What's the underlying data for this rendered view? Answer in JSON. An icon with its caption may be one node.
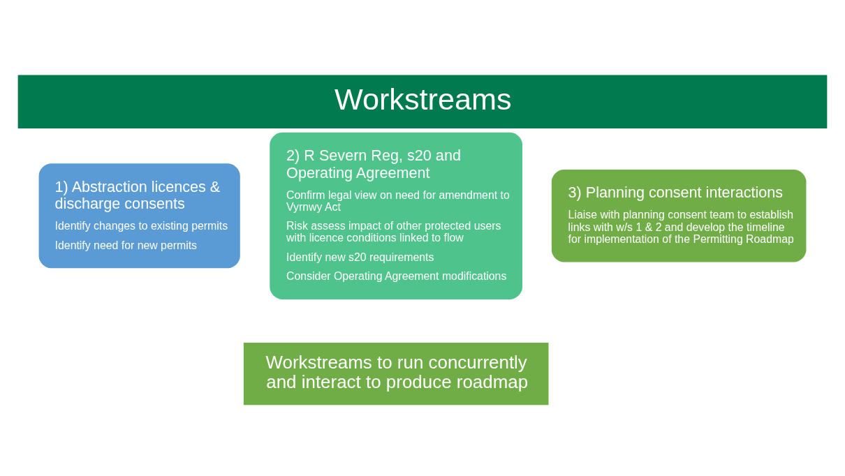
{
  "diagram": {
    "title": "Workstreams",
    "nodes": [
      {
        "text": [
          "1) Abstraction licences & discharge consents",
          "Identify changes to existing permits",
          "Identify need for new permits"
        ]
      },
      {
        "text": [
          "2) R Severn Reg, s20 and Operating Agreement",
          "Confirm legal view on need for amendment to Vyrnwy Act",
          "Risk assess impact of other protected users with licence conditions linked to flow",
          "Identify new s20 requirements",
          "Consider Operating Agreement modifications"
        ]
      },
      {
        "text": [
          "3) Planning consent interactions",
          "Liaise with planning consent team to establish links with w/s 1 & 2 and develop the timeline for implementation of the Permitting Roadmap"
        ]
      },
      {
        "text": [
          "Workstreams to run concurrently and interact to produce roadmap"
        ]
      }
    ],
    "edges": []
  }
}
